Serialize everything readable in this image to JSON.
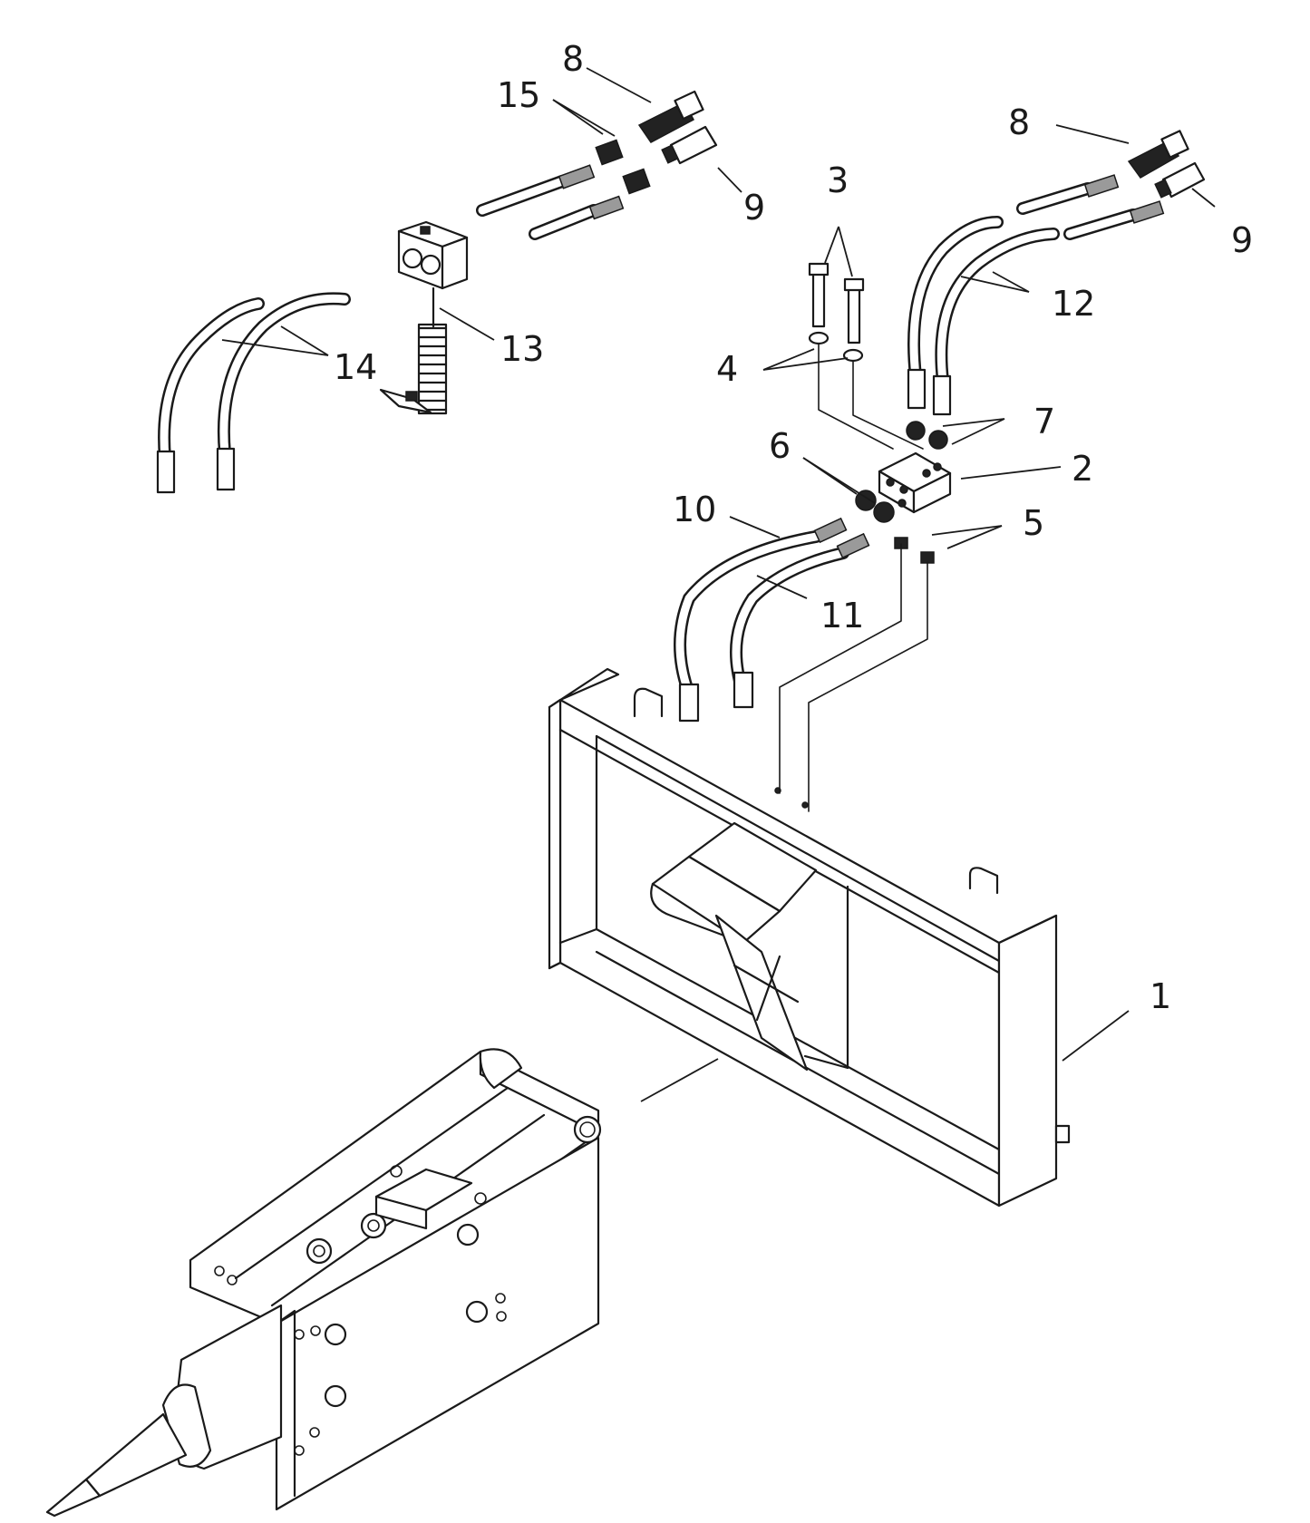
{
  "callouts": [
    {
      "id": "c1",
      "text": "1"
    },
    {
      "id": "c2",
      "text": "2"
    },
    {
      "id": "c3",
      "text": "3"
    },
    {
      "id": "c4",
      "text": "4"
    },
    {
      "id": "c5",
      "text": "5"
    },
    {
      "id": "c6",
      "text": "6"
    },
    {
      "id": "c7",
      "text": "7"
    },
    {
      "id": "c8a",
      "text": "8"
    },
    {
      "id": "c8b",
      "text": "8"
    },
    {
      "id": "c9a",
      "text": "9"
    },
    {
      "id": "c9b",
      "text": "9"
    },
    {
      "id": "c10",
      "text": "10"
    },
    {
      "id": "c11",
      "text": "11"
    },
    {
      "id": "c12",
      "text": "12"
    },
    {
      "id": "c13",
      "text": "13"
    },
    {
      "id": "c14",
      "text": "14"
    },
    {
      "id": "c15",
      "text": "15"
    }
  ]
}
